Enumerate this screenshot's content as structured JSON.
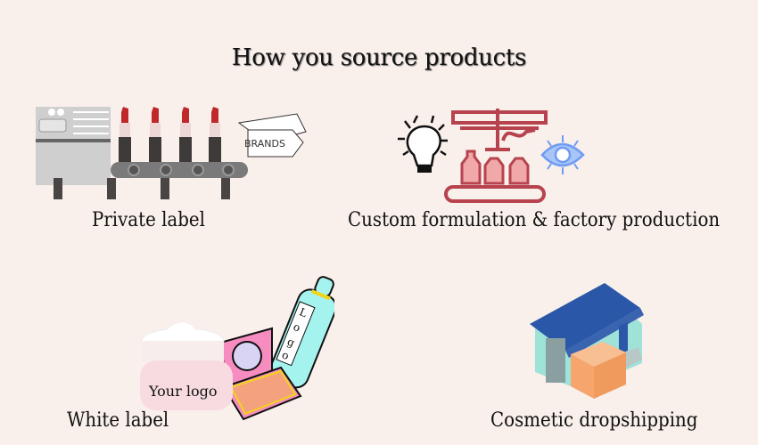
{
  "title": "How you source products",
  "sections": [
    {
      "label": "Private label",
      "illustration": "lipstick-conveyor-icon",
      "tag_text": "BRANDS"
    },
    {
      "label": "Custom formulation & factory production",
      "illustration": "factory-formulation-icon"
    },
    {
      "label": "White label",
      "illustration": "cosmetics-products-icon",
      "jar_text": "Your logo",
      "bottle_text": "Logo"
    },
    {
      "label": "Cosmetic dropshipping",
      "illustration": "warehouse-boxes-icon"
    }
  ],
  "colors": {
    "background": "#f9efeb",
    "factory_red": "#b7434e",
    "eye_blue": "#6f9cf2",
    "roof_blue": "#2b57a8",
    "box_orange": "#f6a56d"
  }
}
